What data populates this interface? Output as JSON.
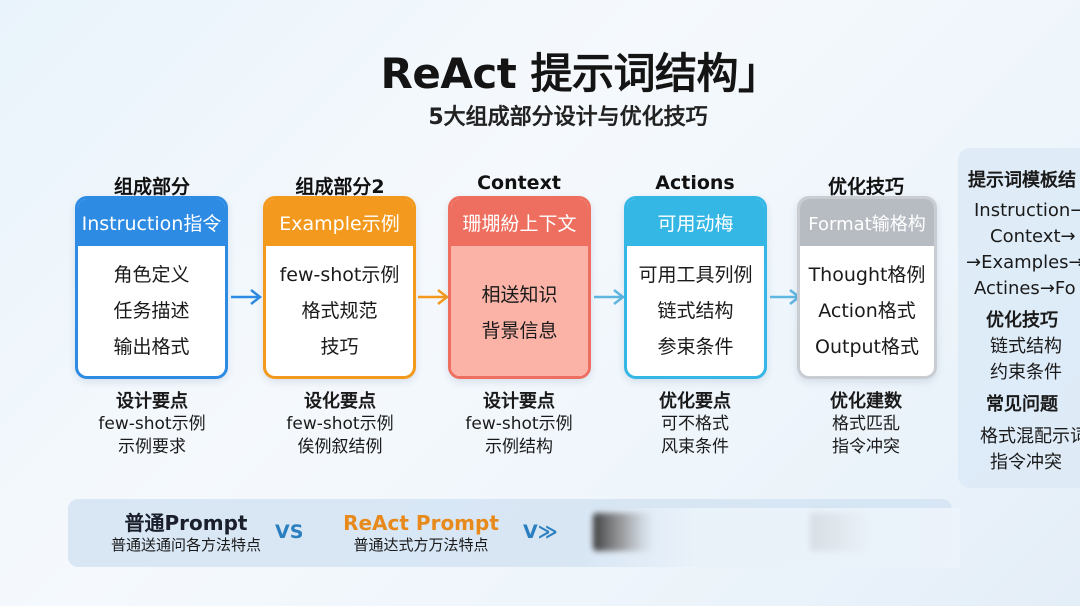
{
  "title": "ReAct 提示词结构」",
  "subtitle": "5大组成部分设计与优化技巧",
  "columns": [
    {
      "heading": "组成部分",
      "header": "Instruction指令",
      "color": "#2d8be3",
      "items": [
        "角色定义",
        "任务描述",
        "输出格式"
      ],
      "note_title": "设计要点",
      "note_lines": [
        "few-shot示例",
        "示例要求"
      ]
    },
    {
      "heading": "组成部分2",
      "header": "Example示例",
      "color": "#f39a1e",
      "items": [
        "few-shot示例",
        "格式规范",
        "技巧"
      ],
      "note_title": "设化要点",
      "note_lines": [
        "few-shot示例",
        "俟例叙结例"
      ]
    },
    {
      "heading": "Context",
      "header": "珊堋紛上下文",
      "color": "#ee6f5f",
      "items": [
        "相送知识",
        "背景信息"
      ],
      "note_title": "设计要点",
      "note_lines": [
        "few-shot示例",
        "示例结构"
      ]
    },
    {
      "heading": "Actions",
      "header": "可用动梅",
      "color": "#34b7e5",
      "items": [
        "可用工具列例",
        "链式结构",
        "参束条件"
      ],
      "note_title": "优化要点",
      "note_lines": [
        "可不格式",
        "风束条件"
      ]
    },
    {
      "heading": "优化技巧",
      "header": "Format输格构",
      "color": "#b7bcc2",
      "items": [
        "Thought格例",
        "Action格式",
        "Output格式"
      ],
      "note_title": "优化建数",
      "note_lines": [
        "格式匹乱",
        "指令冲突"
      ]
    }
  ],
  "side_panel": {
    "title": "提示词模板结",
    "lines": [
      "Instruction→",
      "Context→",
      "→Examples→",
      "Actines→Fo"
    ],
    "tips_title": "优化技巧",
    "tips": [
      "链式结构",
      "约束条件"
    ],
    "issues_title": "常见问题",
    "issues": [
      "格式混配示词",
      "指令冲突"
    ]
  },
  "comparison": {
    "left_title": "普通Prompt",
    "left_desc": "普通送通问各方法特点",
    "vs1": "VS",
    "mid_title": "ReAct Prompt",
    "mid_desc": "普通达式方万法特点",
    "vs2": "V≫",
    "mid_title_color": "#e8891c"
  }
}
